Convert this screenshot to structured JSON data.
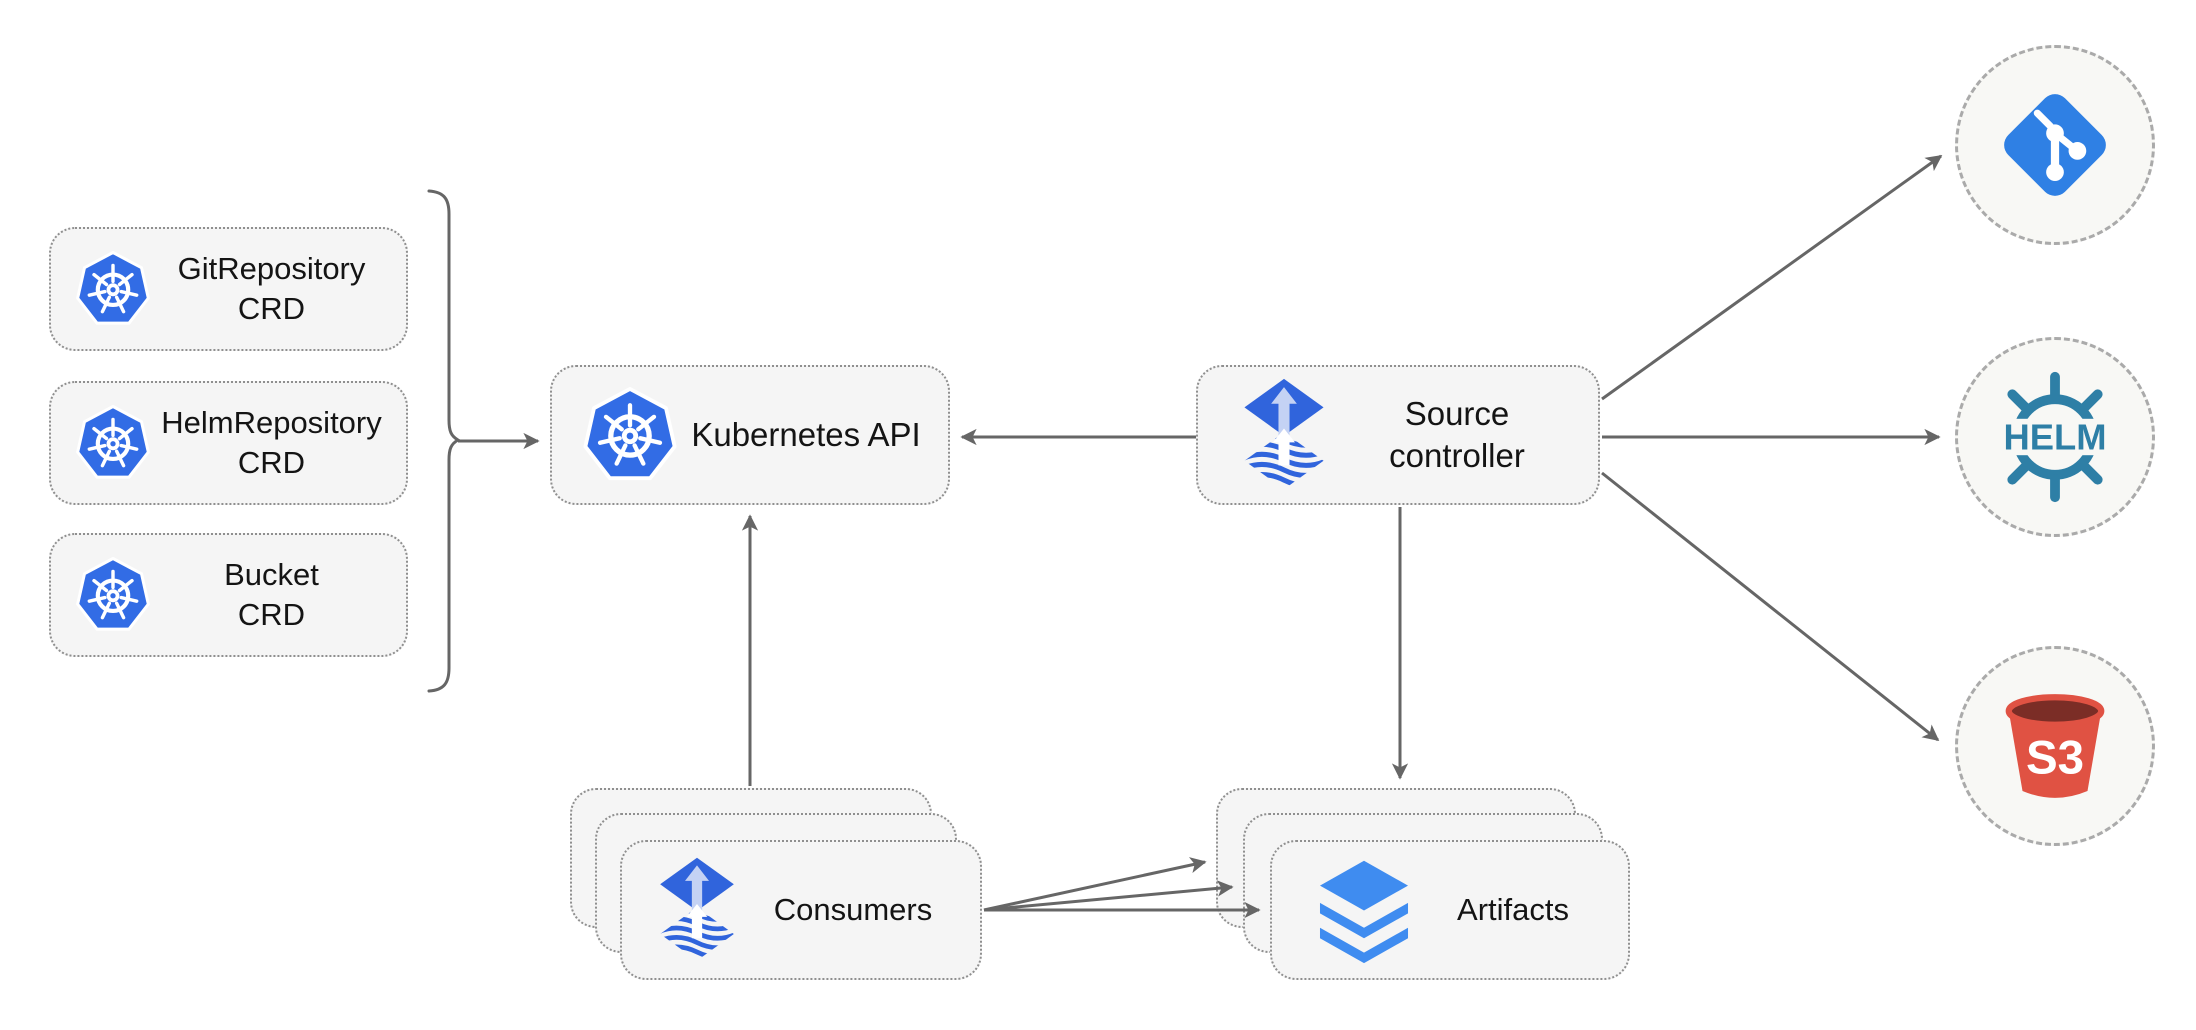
{
  "diagram_name": "source-controller architecture",
  "crd_group": {
    "boxes": [
      {
        "icon": "kubernetes-icon",
        "lines": [
          "GitRepository",
          "CRD"
        ]
      },
      {
        "icon": "kubernetes-icon",
        "lines": [
          "HelmRepository",
          "CRD"
        ]
      },
      {
        "icon": "kubernetes-icon",
        "lines": [
          "Bucket",
          "CRD"
        ]
      }
    ]
  },
  "kubernetes_api": {
    "icon": "kubernetes-icon",
    "label": "Kubernetes API"
  },
  "source_controller": {
    "icon": "flux-icon",
    "lines": [
      "Source",
      "controller"
    ]
  },
  "consumers": {
    "icon": "flux-icon",
    "label": "Consumers",
    "stack_count": 3
  },
  "artifacts": {
    "icon": "layers-icon",
    "label": "Artifacts",
    "stack_count": 3
  },
  "externals": {
    "git": {
      "icon": "git-icon"
    },
    "helm": {
      "icon": "helm-icon",
      "label": "HELM"
    },
    "s3": {
      "icon": "s3-bucket-icon",
      "label": "S3"
    }
  },
  "edges": [
    {
      "from": "crd-group",
      "to": "kubernetes-api"
    },
    {
      "from": "source-controller",
      "to": "kubernetes-api"
    },
    {
      "from": "consumers",
      "to": "kubernetes-api"
    },
    {
      "from": "source-controller",
      "to": "artifacts"
    },
    {
      "from": "source-controller",
      "to": "git"
    },
    {
      "from": "source-controller",
      "to": "helm"
    },
    {
      "from": "source-controller",
      "to": "s3"
    },
    {
      "from": "consumers",
      "to": "artifacts-back"
    },
    {
      "from": "consumers",
      "to": "artifacts-middle"
    },
    {
      "from": "consumers",
      "to": "artifacts-front"
    }
  ],
  "colors": {
    "kubernetes_blue": "#326ce5",
    "flux_blue": "#3064dc",
    "flux_arrow_light": "#c4d2f4",
    "layers_blue": "#3f8cf0",
    "git_blue": "#2f80e4",
    "helm_teal": "#2e7fa6",
    "s3_red": "#e05243",
    "s3_dark_top": "#7b2d26",
    "node_fill": "#f5f5f5",
    "node_border": "#8f8f8f",
    "circle_border": "#aaaaaa",
    "arrow": "#666666",
    "text": "#141414"
  }
}
